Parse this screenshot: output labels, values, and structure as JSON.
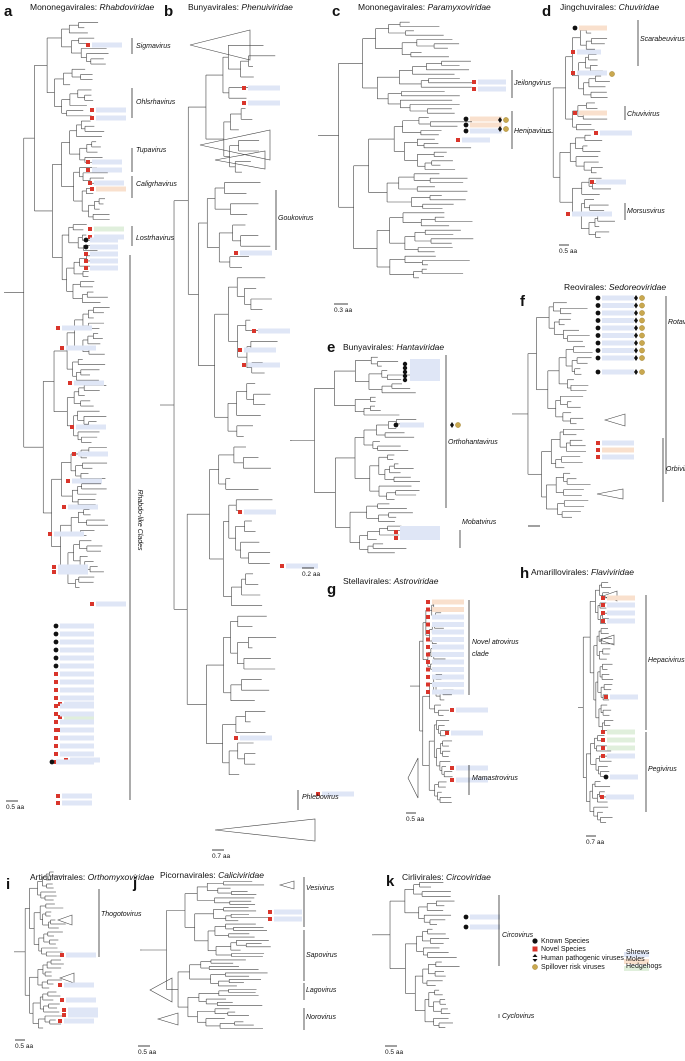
{
  "panels": [
    {
      "id": "a",
      "label": "a",
      "order": "Mononegavirales",
      "family": "Rhabdoviridae",
      "scale": "0.5 aa",
      "clades": [
        "Sigmavirus",
        "Ohlsrhavirus",
        "Tupavirus",
        "Caligrhavirus",
        "Lostrhavirus",
        "Rhabdo-like Clades"
      ]
    },
    {
      "id": "b",
      "label": "b",
      "order": "Bunyavirales",
      "family": "Phenuiviridae",
      "scale": "0.7 aa",
      "clades": [
        "Goukovirus",
        "Phlebovirus"
      ]
    },
    {
      "id": "c",
      "label": "c",
      "order": "Mononegavirales",
      "family": "Paramyxoviridae",
      "scale": "0.3 aa",
      "clades": [
        "Jeilongvirus",
        "Henipavirus"
      ]
    },
    {
      "id": "d",
      "label": "d",
      "order": "Jingchuvirales",
      "family": "Chuviridae",
      "scale": "0.5 aa",
      "clades": [
        "Scarabeuvirus",
        "Chuvivirus",
        "Morsusvirus"
      ]
    },
    {
      "id": "e",
      "label": "e",
      "order": "Bunyavirales",
      "family": "Hantaviridae",
      "scale": "0.2 aa",
      "clades": [
        "Orthohantavirus",
        "Mobatvirus"
      ]
    },
    {
      "id": "f",
      "label": "f",
      "order": "Reovirales",
      "family": "Sedoreoviridae",
      "scale": "",
      "clades": [
        "Rotavirus",
        "Orbivirus"
      ]
    },
    {
      "id": "g",
      "label": "g",
      "order": "Stellavirales",
      "family": "Astroviridae",
      "scale": "0.5 aa",
      "clades": [
        "Novel atrovirus",
        "clade",
        "Mamastrovirus"
      ]
    },
    {
      "id": "h",
      "label": "h",
      "order": "Amarillovirales",
      "family": "Flaviviridae",
      "scale": "0.7 aa",
      "clades": [
        "Hepacivirus",
        "Pegivirus"
      ]
    },
    {
      "id": "i",
      "label": "i",
      "order": "Articulavirales",
      "family": "Orthomyxoviridae",
      "scale": "0.5 aa",
      "clades": [
        "Thogotovirus"
      ]
    },
    {
      "id": "j",
      "label": "j",
      "order": "Picornavirales",
      "family": "Caliciviridae",
      "scale": "0.5 aa",
      "clades": [
        "Vesivirus",
        "Sapovirus",
        "Lagovirus",
        "Norovirus"
      ]
    },
    {
      "id": "k",
      "label": "k",
      "order": "Cirlivirales",
      "family": "Circoviridae",
      "scale": "0.5 aa",
      "clades": [
        "Circovirus",
        "Cyclovirus"
      ]
    }
  ],
  "legend": {
    "symbols": [
      "Known Species",
      "Novel Species",
      "Human pathogenic viruses",
      "Spillover risk viruses"
    ],
    "hosts": [
      "Shrews",
      "Moles",
      "Hedgehogs"
    ]
  },
  "colors": {
    "known": "#111111",
    "novel": "#d9352b",
    "spillover": "#c9a84f",
    "shrews": "#dfe6f6",
    "moles": "#f9e0cd",
    "hedgehogs": "#e0efdc"
  }
}
